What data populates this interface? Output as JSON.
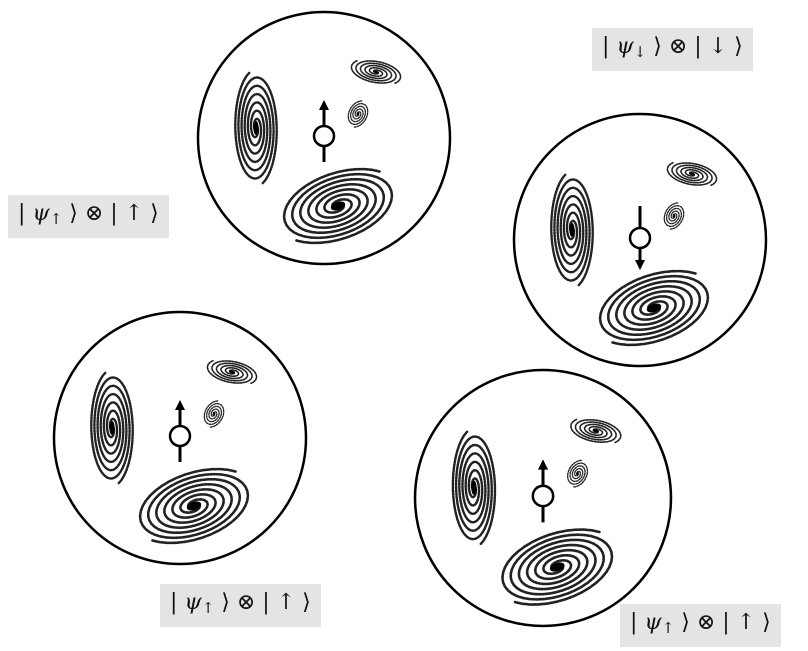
{
  "universes": [
    {
      "spin": "up",
      "label": {
        "bar": "|",
        "psi": "ψ",
        "sub": "↑",
        "ket_close": "⟩",
        "otimes": "⊗",
        "arrow": "↑"
      }
    },
    {
      "spin": "down",
      "label": {
        "bar": "|",
        "psi": "ψ",
        "sub": "↓",
        "ket_close": "⟩",
        "otimes": "⊗",
        "arrow": "↓"
      }
    },
    {
      "spin": "up",
      "label": {
        "bar": "|",
        "psi": "ψ",
        "sub": "↑",
        "ket_close": "⟩",
        "otimes": "⊗",
        "arrow": "↑"
      }
    },
    {
      "spin": "up",
      "label": {
        "bar": "|",
        "psi": "ψ",
        "sub": "↑",
        "ket_close": "⟩",
        "otimes": "⊗",
        "arrow": "↑"
      }
    }
  ],
  "colors": {
    "circle": "#000000",
    "galaxy": "#222222",
    "label_bg": "#e4e4e4"
  },
  "icons": [
    "galaxy-spiral",
    "spin-particle"
  ]
}
